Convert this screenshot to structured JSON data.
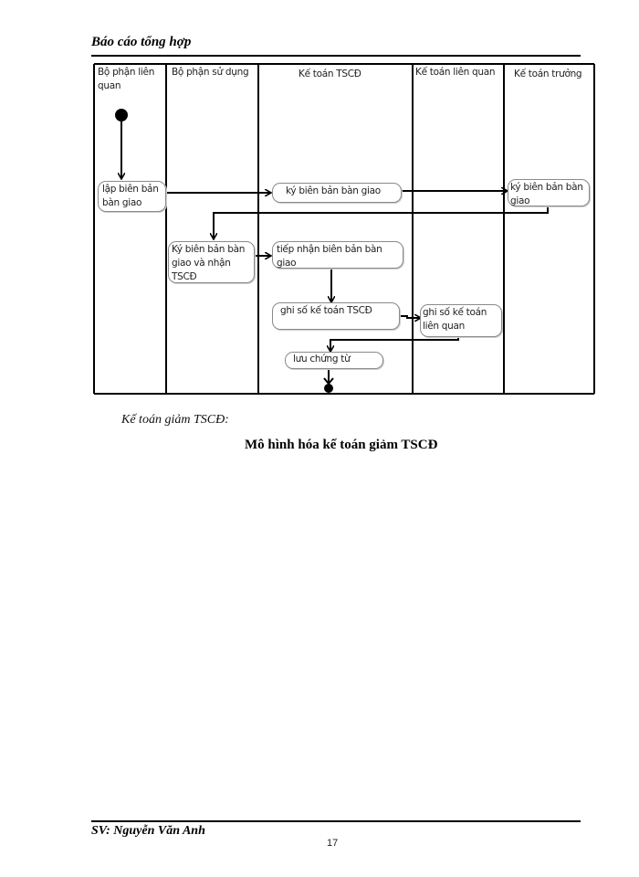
{
  "header": {
    "title": "Báo cáo tổng hợp"
  },
  "diagram": {
    "lanes": [
      {
        "label": "Bộ phận liên quan"
      },
      {
        "label": "Bộ phận sử dụng"
      },
      {
        "label": "Kế toán TSCĐ"
      },
      {
        "label": "Kế toán liên quan"
      },
      {
        "label": "Kế toán trưởng"
      }
    ],
    "nodes": {
      "lap_bien_ban": "lập biên bản bàn giao",
      "ky_bien_ban_tscd": "ký biên bản bàn giao",
      "ky_bien_ban_truong": "ký biên bản bàn giao",
      "ky_va_nhan": "Ký biên bản bàn giao và nhận TSCĐ",
      "tiep_nhan": "tiếp nhận biên bản bàn giao",
      "ghi_so_tscd": "ghi số kế toán TSCĐ",
      "ghi_so_lien_quan": "ghi số kế toán liên quan",
      "luu_chung_tu": "lưu chứng từ"
    }
  },
  "content": {
    "section_label": "Kế toán giảm TSCĐ:",
    "figure_title": "Mô hình hóa kế toán giảm TSCĐ"
  },
  "footer": {
    "author": "SV: Nguyễn Văn Anh",
    "page_number": "17"
  }
}
